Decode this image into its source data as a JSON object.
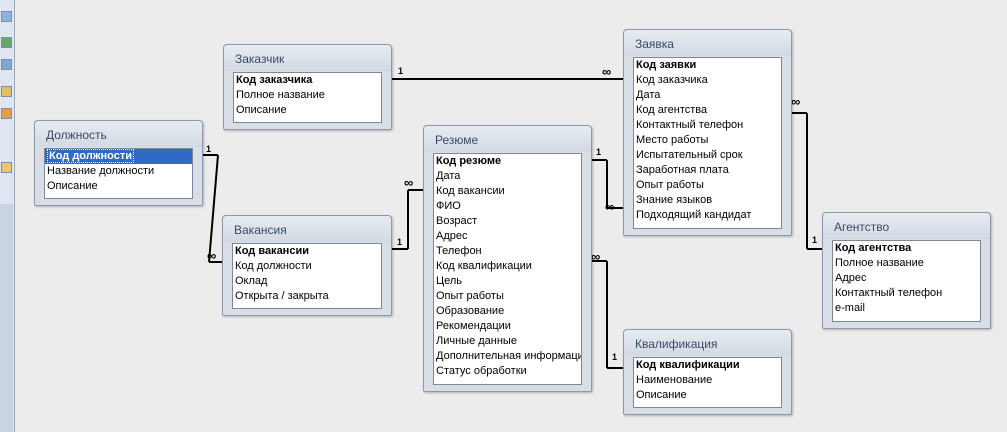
{
  "tables": {
    "zakazchik": {
      "title": "Заказчик",
      "fields": [
        "Код заказчика",
        "Полное название",
        "Описание"
      ]
    },
    "zayavka": {
      "title": "Заявка",
      "fields": [
        "Код заявки",
        "Код заказчика",
        "Дата",
        "Код агентства",
        "Контактный телефон",
        "Место работы",
        "Испытательный срок",
        "Заработная плата",
        "Опыт работы",
        "Знание языков",
        "Подходящий кандидат"
      ]
    },
    "dolzhnost": {
      "title": "Должность",
      "fields": [
        "Код должности",
        "Название должности",
        "Описание"
      ]
    },
    "rezyume": {
      "title": "Резюме",
      "fields": [
        "Код резюме",
        "Дата",
        "Код вакансии",
        "ФИО",
        "Возраст",
        "Адрес",
        "Телефон",
        "Код квалификации",
        "Цель",
        "Опыт работы",
        "Образование",
        "Рекомендации",
        "Личные данные",
        "Дополнительная информация",
        "Статус обработки"
      ]
    },
    "vakansiya": {
      "title": "Вакансия",
      "fields": [
        "Код вакансии",
        "Код должности",
        "Оклад",
        "Открыта / закрыта"
      ]
    },
    "agentstvo": {
      "title": "Агентство",
      "fields": [
        "Код агентства",
        "Полное название",
        "Адрес",
        "Контактный телефон",
        "e-mail"
      ]
    },
    "kvalifikatsiya": {
      "title": "Квалификация",
      "fields": [
        "Код квалификации",
        "Наименование",
        "Описание"
      ]
    }
  },
  "relationships": {
    "one_label": "1",
    "many_label": "∞"
  },
  "selected_field": "Код должности",
  "colors": {
    "canvas": "#ececec",
    "table_frame": "#d9dee6",
    "title_text": "#3b4a63",
    "selection": "#316ac5"
  }
}
